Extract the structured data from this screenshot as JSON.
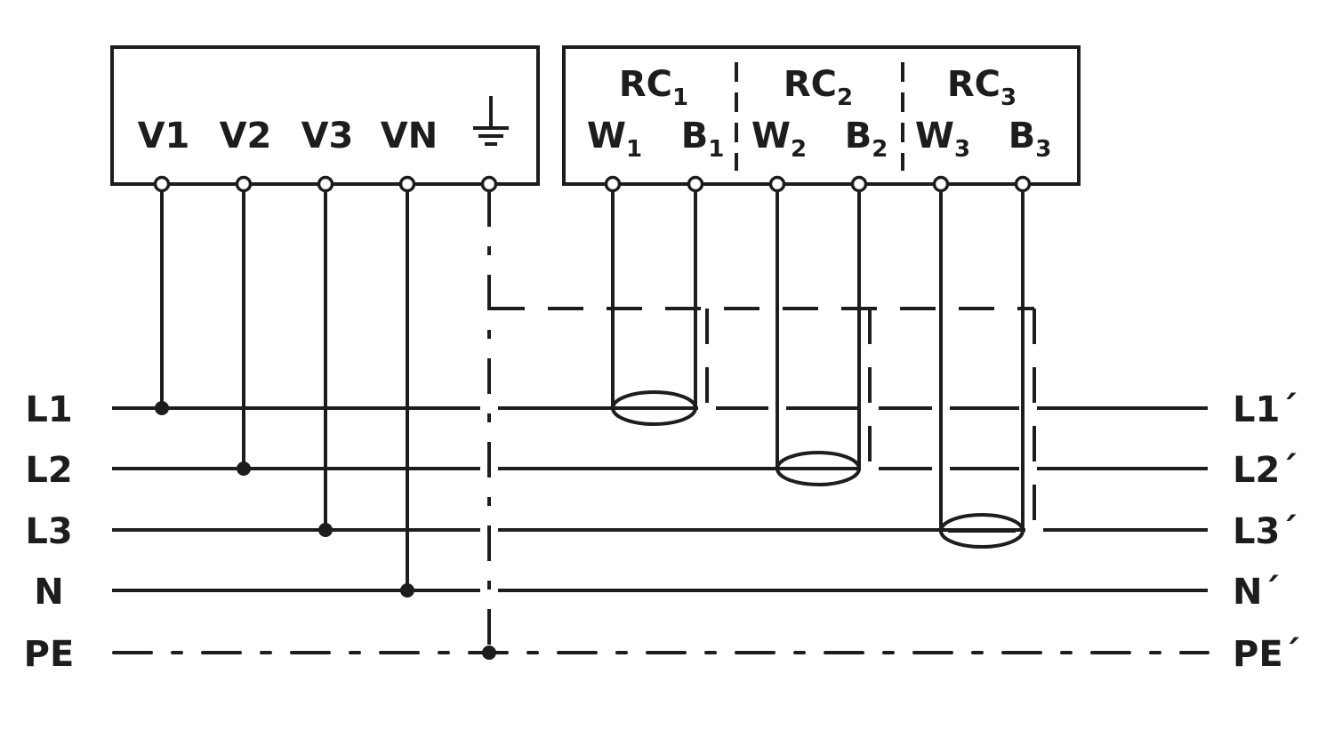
{
  "voltage_box": {
    "terminals": [
      "V1",
      "V2",
      "V3",
      "VN"
    ],
    "ground_symbol": "ground-icon"
  },
  "rc_box": {
    "groups": [
      {
        "name": "RC",
        "index": "1",
        "w": "W",
        "b": "B"
      },
      {
        "name": "RC",
        "index": "2",
        "w": "W",
        "b": "B"
      },
      {
        "name": "RC",
        "index": "3",
        "w": "W",
        "b": "B"
      }
    ]
  },
  "lines": {
    "left": [
      "L1",
      "L2",
      "L3",
      "N",
      "PE"
    ],
    "right": [
      "L1´",
      "L2´",
      "L3´",
      "N´",
      "PE´"
    ]
  },
  "colors": {
    "ink": "#1d1d1b",
    "background": "#ffffff"
  }
}
